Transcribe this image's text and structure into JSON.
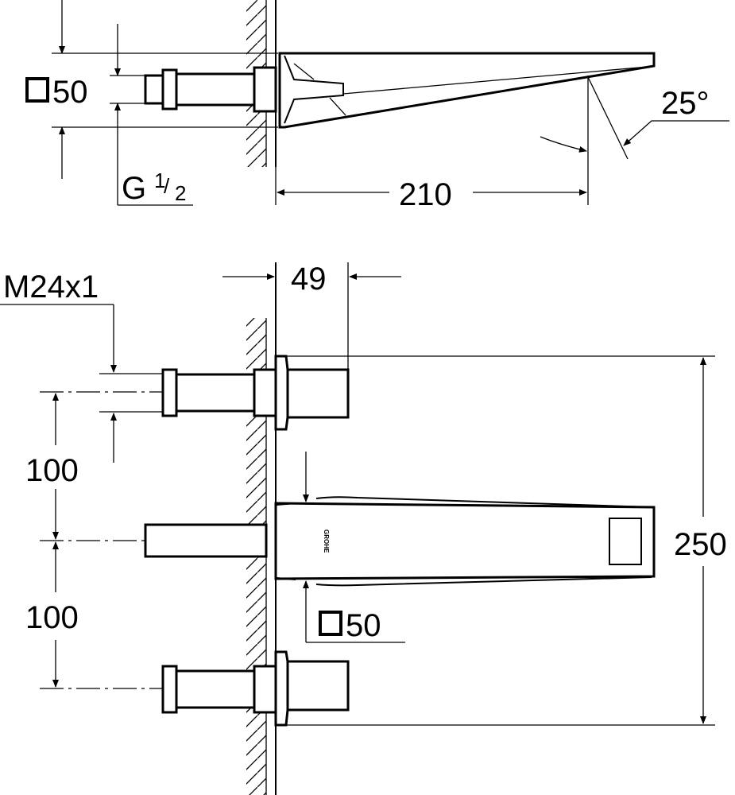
{
  "top_view": {
    "square_size_label": "50",
    "thread_label_g": "G",
    "thread_label_num": "1",
    "thread_label_den": "2",
    "projection_label": "210",
    "angle_label": "25°"
  },
  "front_view": {
    "connection_thread_label": "M24x1",
    "wall_distance_label": "49",
    "spacing_upper_label": "100",
    "spacing_lower_label": "100",
    "overall_height_label": "250",
    "spout_square_label": "50",
    "logo_text": "GROHE"
  }
}
